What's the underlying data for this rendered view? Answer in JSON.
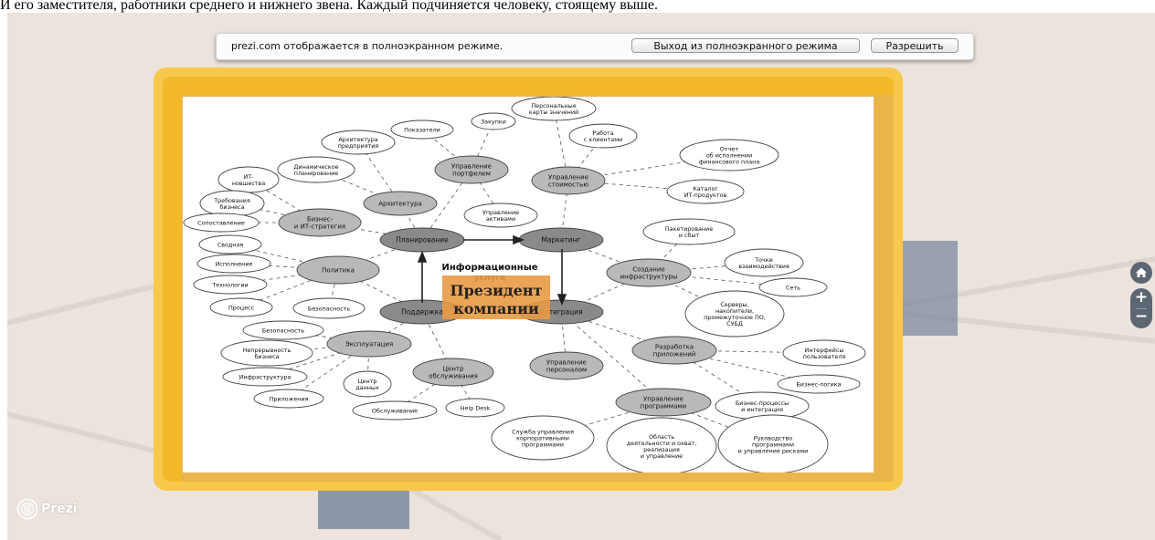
{
  "page_top_text": "И его заместителя, работники среднего и нижнего звена. Каждый подчиняется человеку, стоящему выше.",
  "notice": {
    "text": "prezi.com отображается в полноэкранном режиме.",
    "exit_label": "Выход из полноэкранного режима",
    "allow_label": "Разрешить"
  },
  "center": {
    "title_line1": "Информационные",
    "title_line2": "услуги",
    "overlay_line1": "Президент",
    "overlay_line2": "компании"
  },
  "zoom": {
    "plus": "+",
    "minus": "−"
  },
  "brand": {
    "logo_text": "Prezi"
  },
  "icons": {
    "home": "home-icon",
    "zoom_in": "plus-icon",
    "zoom_out": "minus-icon",
    "logo": "prezi-logo-icon"
  },
  "colors": {
    "frame": "#f7c84a",
    "frame_inner": "#f3b92b",
    "overlay": "#e79a44",
    "grey_node": "#b9b9b9",
    "dark_node": "#8a8a8a",
    "stage_bg": "#ebe3dc",
    "zoom_button": "#5d6773"
  },
  "diagram": {
    "dark_nodes": [
      {
        "id": "planning",
        "lines": [
          "Планирование"
        ]
      },
      {
        "id": "marketing",
        "lines": [
          "Маркетинг"
        ]
      },
      {
        "id": "support",
        "lines": [
          "Поддержка"
        ]
      },
      {
        "id": "integration",
        "lines": [
          "Интеграция"
        ]
      }
    ],
    "grey_nodes": [
      {
        "id": "portfolio",
        "lines": [
          "Управление",
          "портфелем"
        ]
      },
      {
        "id": "architecture",
        "lines": [
          "Архитектура"
        ]
      },
      {
        "id": "business-it",
        "lines": [
          "Бизнес-",
          "и ИТ-стратегия"
        ]
      },
      {
        "id": "policy",
        "lines": [
          "Политика"
        ]
      },
      {
        "id": "cost",
        "lines": [
          "Управление",
          "стоимостью"
        ]
      },
      {
        "id": "infrastructure",
        "lines": [
          "Создание",
          "инфраструктуры"
        ]
      },
      {
        "id": "exploitation",
        "lines": [
          "Эксплуатация"
        ]
      },
      {
        "id": "service-center",
        "lines": [
          "Центр",
          "обслуживания"
        ]
      },
      {
        "id": "staff",
        "lines": [
          "Управление",
          "персоналом"
        ]
      },
      {
        "id": "app-dev",
        "lines": [
          "Разработка",
          "приложений"
        ]
      },
      {
        "id": "programs",
        "lines": [
          "Управление",
          "программами"
        ]
      }
    ],
    "white_nodes": [
      {
        "id": "personal-maps",
        "lines": [
          "Персональные",
          "карты значений"
        ]
      },
      {
        "id": "purchases",
        "lines": [
          "Закупки"
        ]
      },
      {
        "id": "indicators",
        "lines": [
          "Показатели"
        ]
      },
      {
        "id": "enterprise-arch",
        "lines": [
          "Архитектура",
          "предприятия"
        ]
      },
      {
        "id": "clients",
        "lines": [
          "Работа",
          "с клиентами"
        ]
      },
      {
        "id": "financial-report",
        "lines": [
          "Отчет",
          "об исполнении",
          "финансового плана"
        ]
      },
      {
        "id": "dynamic-planning",
        "lines": [
          "Динамическое",
          "планирование"
        ]
      },
      {
        "id": "it-news",
        "lines": [
          "ИТ-",
          "новшества"
        ]
      },
      {
        "id": "catalog",
        "lines": [
          "Каталог",
          "ИТ-продуктов"
        ]
      },
      {
        "id": "business-req",
        "lines": [
          "Требования",
          "бизнеса"
        ]
      },
      {
        "id": "comparison",
        "lines": [
          "Сопоставление"
        ]
      },
      {
        "id": "asset-mgmt",
        "lines": [
          "Управление",
          "активами"
        ]
      },
      {
        "id": "packaging",
        "lines": [
          "Пакетирование",
          "и сбыт"
        ]
      },
      {
        "id": "summary",
        "lines": [
          "Сводная"
        ]
      },
      {
        "id": "execution",
        "lines": [
          "Исполнение"
        ]
      },
      {
        "id": "interaction-points",
        "lines": [
          "Точки",
          "взаимодействия"
        ]
      },
      {
        "id": "technologies",
        "lines": [
          "Технологии"
        ]
      },
      {
        "id": "network",
        "lines": [
          "Сеть"
        ]
      },
      {
        "id": "process",
        "lines": [
          "Процесс"
        ]
      },
      {
        "id": "security-1",
        "lines": [
          "Безопасность"
        ]
      },
      {
        "id": "servers",
        "lines": [
          "Серверы,",
          "накопители,",
          "промежуточное ПО,",
          "СУБД"
        ]
      },
      {
        "id": "security-2",
        "lines": [
          "Безопасность"
        ]
      },
      {
        "id": "continuity",
        "lines": [
          "Непрерывность",
          "бизнеса"
        ]
      },
      {
        "id": "user-interfaces",
        "lines": [
          "Интерфейсы",
          "пользователя"
        ]
      },
      {
        "id": "infra-2",
        "lines": [
          "Инфраструктура"
        ]
      },
      {
        "id": "data-center",
        "lines": [
          "Центр",
          "данных"
        ]
      },
      {
        "id": "business-logic",
        "lines": [
          "Бизнес-логика"
        ]
      },
      {
        "id": "applications",
        "lines": [
          "Приложения"
        ]
      },
      {
        "id": "biz-processes",
        "lines": [
          "Бизнес-процессы",
          "и интеграция"
        ]
      },
      {
        "id": "maintenance",
        "lines": [
          "Обслуживание"
        ]
      },
      {
        "id": "helpdesk",
        "lines": [
          "Help Desk"
        ]
      },
      {
        "id": "program-service",
        "lines": [
          "Служба управления",
          "корпоративными",
          "программами"
        ]
      },
      {
        "id": "scope",
        "lines": [
          "Область",
          "деятельности и охват,",
          "реализация",
          "и управление"
        ]
      },
      {
        "id": "program-leadership",
        "lines": [
          "Руководство",
          "программами",
          "и управление рисками"
        ]
      }
    ]
  }
}
